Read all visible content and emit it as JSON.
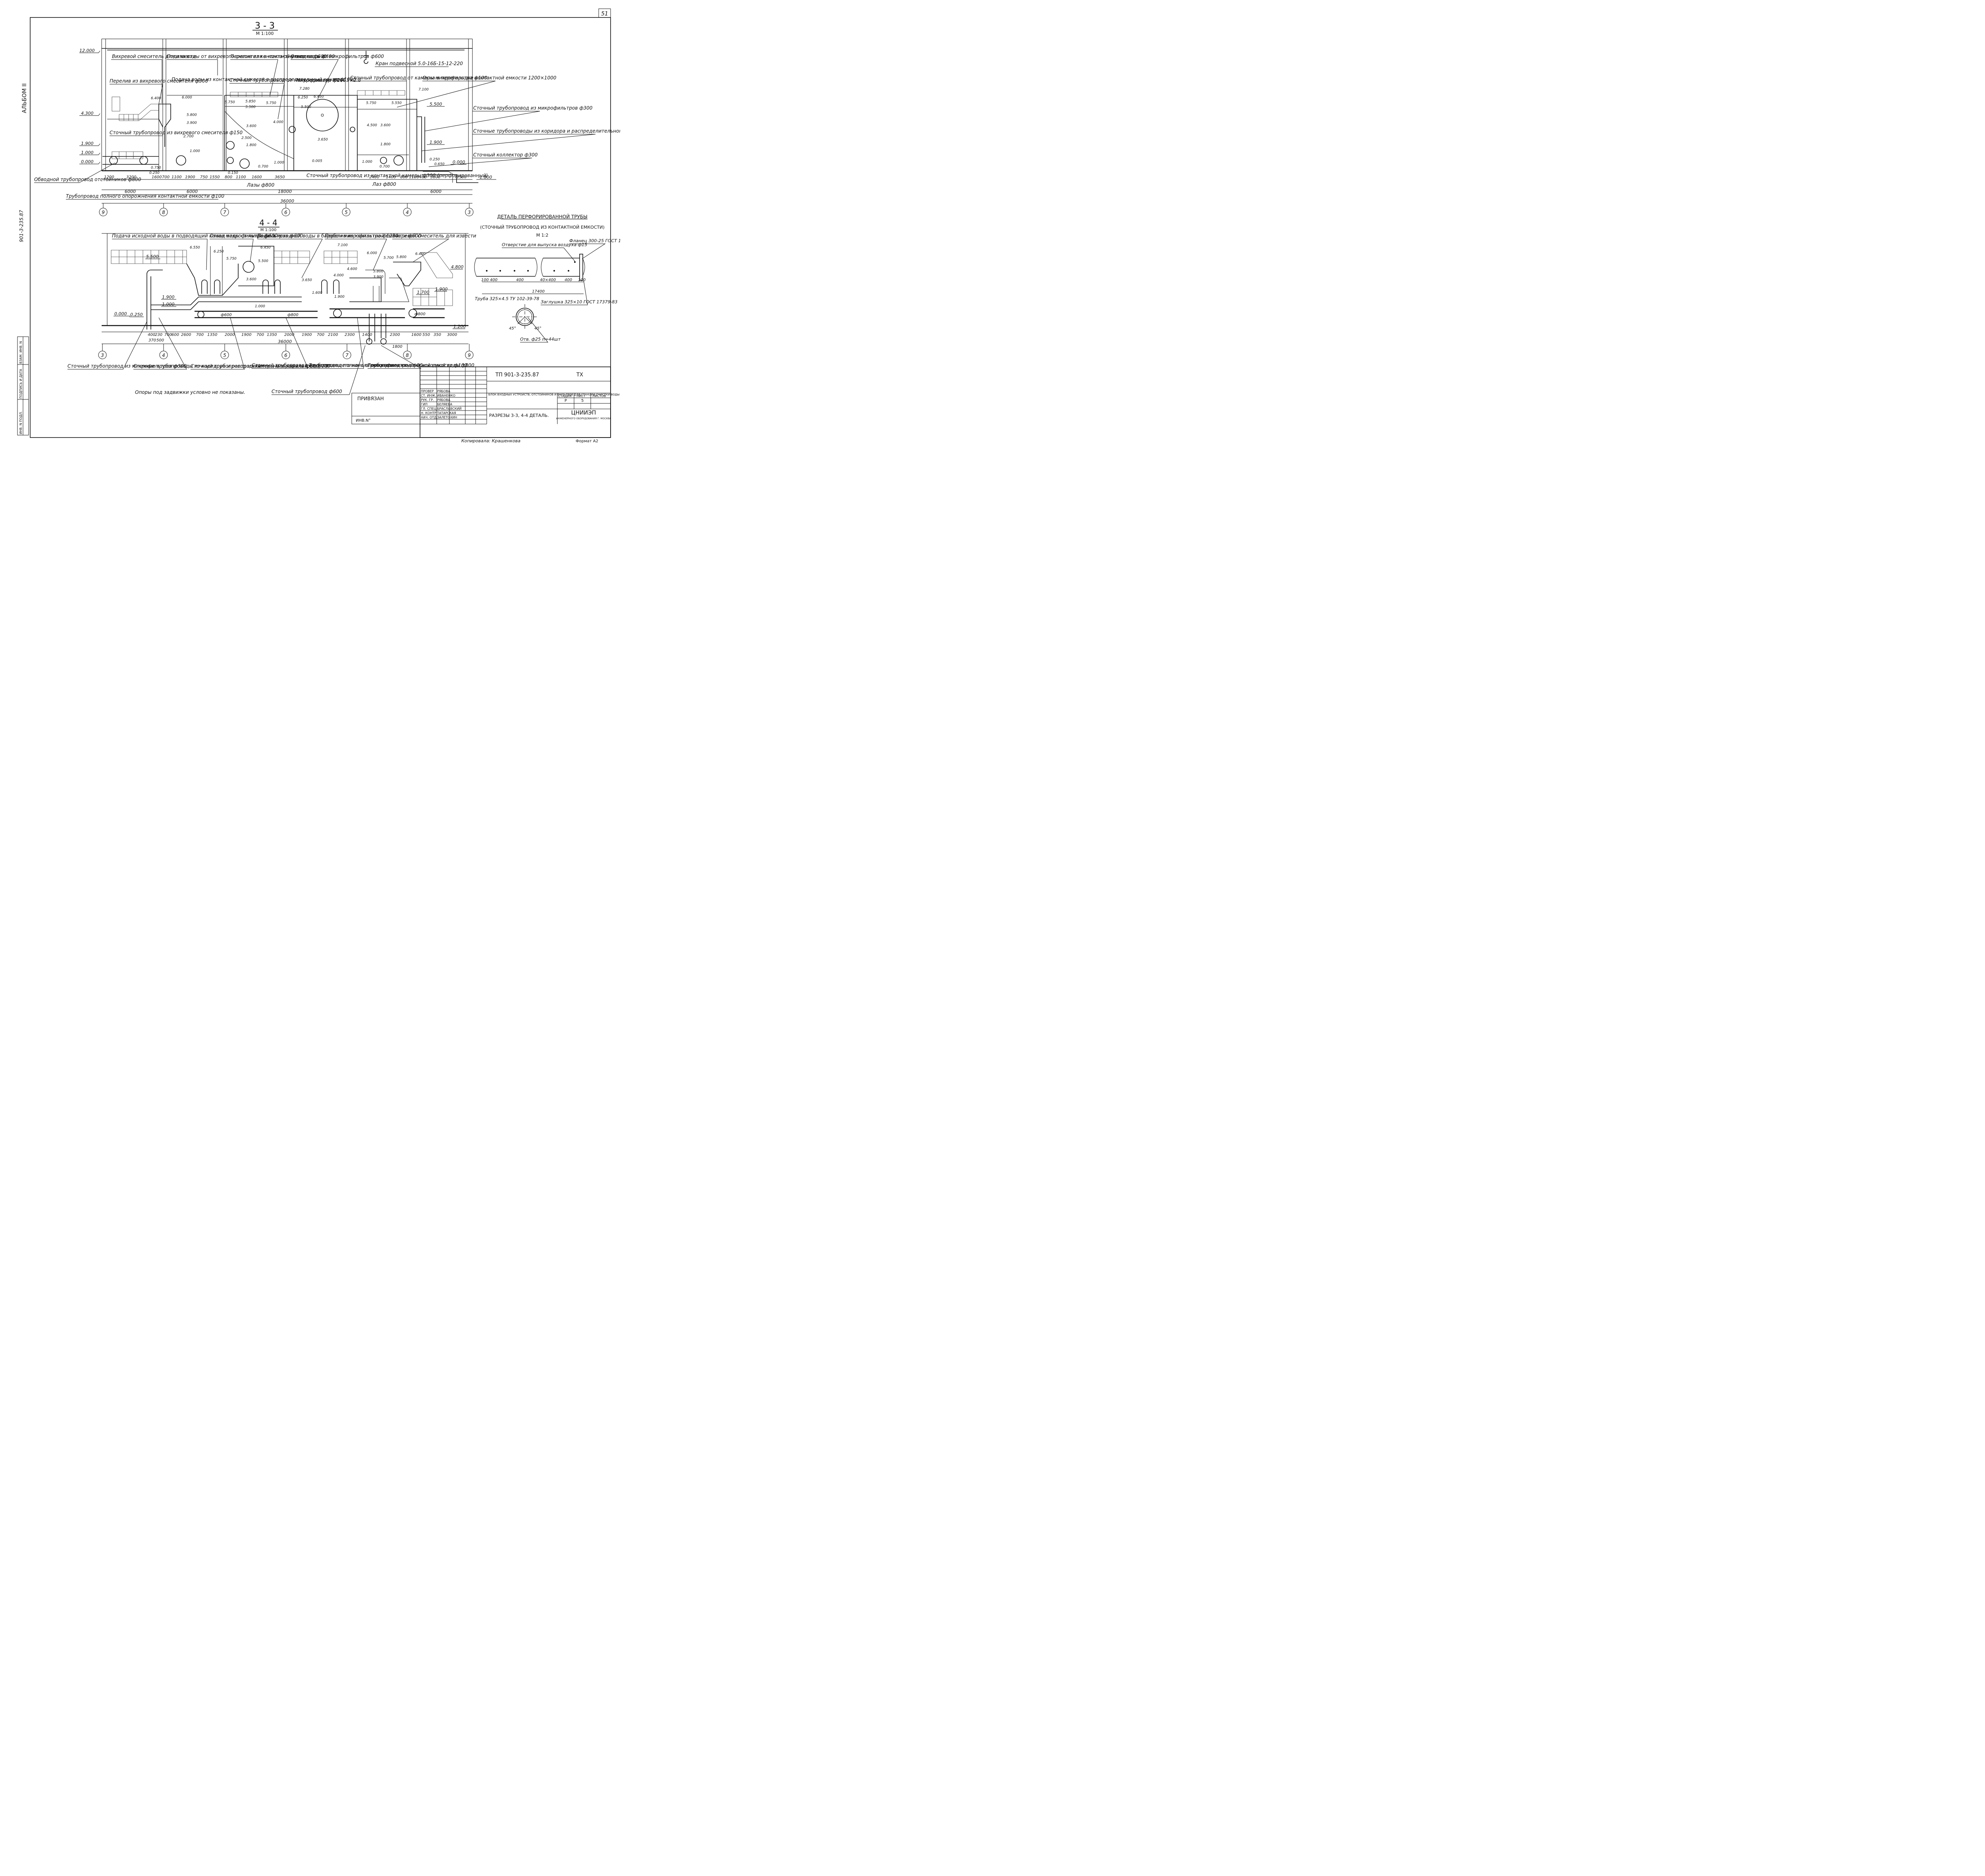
{
  "sheet_number": "51",
  "album": "АЛЬБОМ II",
  "side_code": "901-3-235.87",
  "side_stamp": [
    "ИНВ. N ПОДЛ.",
    "ПОДПИСЬ И ДАТА",
    "ВЗАМ. ИНВ. N"
  ],
  "section_33": {
    "title": "3 - 3",
    "scale": "М 1:100",
    "elevations": [
      "12.000",
      "4.300",
      "1.900",
      "1.000",
      "0.000",
      "5.500",
      "1.900",
      "0.000",
      "-1.800"
    ],
    "labels": [
      "Вихревой смеситель для извести",
      "Подача воды от вихревого смесителя в контактную емкость ф400",
      "Перелив из контактной емкости ф600",
      "Отвод воды от микрофильтров ф600",
      "Кран подвесной 5.0-16Б-15-12-220",
      "Перелив из вихревого смесителя ф300",
      "Подача воды из контактной емкости в распределительный канал ф1000",
      "Сточный трубопровод от микрофильтра ф200",
      "Микрофильтр МФМ 3×2.8",
      "Сточный трубопровод от камеры микрофильтра ф100",
      "Окна в перегородке контактной емкости 1200×1000",
      "Сточный трубопровод из микрофильтров ф300",
      "Сточные трубопроводы из коридора и распределительного канала ф100",
      "Сточный коллектор ф300",
      "Сточный трубопровод из вихревого смесителя ф150",
      "Обводной трубопровод отстойников ф800",
      "Трубопровод полного опорожнения контактной емкости ф100",
      "Лазы ф800",
      "Сточный трубопровод из контактной камеры ф300 (перфорированный)",
      "Лаз ф800"
    ],
    "dims_row1": [
      "1200",
      "3200",
      "1600",
      "700",
      "1100",
      "1900",
      "750",
      "1550",
      "800",
      "1100",
      "1600",
      "3650",
      "2400",
      "1400",
      "800",
      "1100",
      "400",
      "3000",
      "1500"
    ],
    "dims_row2": [
      "6000",
      "6000",
      "18000",
      "6000"
    ],
    "dims_total": "36000",
    "axes": [
      "9",
      "8",
      "7",
      "6",
      "5",
      "4",
      "3"
    ],
    "inner_marks": [
      "6.400",
      "6.000",
      "5.800",
      "3.900",
      "2.700",
      "1.000",
      "0.750",
      "0.250",
      "5.750",
      "5.850",
      "5.500",
      "5.750",
      "4.000",
      "3.600",
      "2.500",
      "1.800",
      "1.000",
      "0.700",
      "0.150",
      "6.250",
      "6.450",
      "5.500",
      "3.650",
      "0.005",
      "5.750",
      "5.550",
      "4.500",
      "3.600",
      "1.800",
      "1.000",
      "0.700",
      "0.250",
      "0.650",
      "7.100",
      "7.280"
    ]
  },
  "section_44": {
    "title": "4 - 4",
    "scale": "М 1:100",
    "elevations": [
      "5.500",
      "0.000",
      "0.250",
      "1.900",
      "1.000",
      "4.800",
      "1.900",
      "1.700",
      "1.200"
    ],
    "labels": [
      "Подача исходной воды в подводящий канал микрофильтра ф600",
      "Отвод воды от микрофильтров ф600",
      "Подача исходной воды в барабан микрофильтра ф1200",
      "Перелив из контактной емкости ф600",
      "Вихревой смеситель для извести",
      "Сточный трубопровод из микрофильтров ф300",
      "Сточные трубопроводы из коридора и распределительного канала ф100",
      "Сточный трубопровод из камеры микрофильтров ф100",
      "Сточный трубопровод из подводящего канала микрофильтров ф50",
      "Трубопровод полного опорожнения контактной емкости ф100",
      "Трубопровод подачи исходной воды ф800",
      "Сточный трубопровод ф600",
      "Опоры под задвижки условно не показаны."
    ],
    "pipe_marks": [
      "ф600",
      "ф800",
      "ф800"
    ],
    "dims_row1": [
      "400",
      "230",
      "700",
      "600",
      "2600",
      "700",
      "1350",
      "2000",
      "1900",
      "700",
      "1350",
      "2000",
      "1900",
      "700",
      "2100",
      "2300",
      "1400",
      "2300",
      "1600",
      "550",
      "350",
      "3000"
    ],
    "dims_sub": [
      "370",
      "500",
      "1800"
    ],
    "dims_total": "36000",
    "axes": [
      "3",
      "4",
      "5",
      "6",
      "7",
      "8",
      "9"
    ],
    "inner_marks": [
      "6.550",
      "6.250",
      "6.450",
      "5.750",
      "5.500",
      "3.600",
      "3.650",
      "1.600",
      "1.000",
      "7.100",
      "6.000",
      "5.700",
      "5.800",
      "6.400",
      "5.800",
      "4.600",
      "4.000",
      "3.900",
      "1.900"
    ]
  },
  "detail": {
    "title": "ДЕТАЛЬ ПЕРФОРИРОВАННОЙ ТРУБЫ",
    "subtitle": "(СТОЧНЫЙ ТРУБОПРОВОД ИЗ КОНТАКТНОЙ ЕМКОСТИ)",
    "scale": "М 1:2",
    "labels": [
      "Отверстие для выпуска воздуха ф15",
      "Фланец 300-25 ГОСТ 12820-80",
      "Труба 325×4.5 ТУ 102-39-78",
      "Заглушка 325×10 ГОСТ 17379-83",
      "Отв. ф25 n=44шт"
    ],
    "dims": [
      "100",
      "400",
      "400",
      "40×400",
      "400",
      "100"
    ],
    "total": "17400",
    "angles": [
      "45°",
      "45°"
    ]
  },
  "title_block": {
    "code": "ТП 901-3-235.87",
    "mark": "ТХ",
    "description": "БЛОК ВХОДНЫХ УСТРОЙСТВ, ОТСТОЙНИКОВ И ФИЛЬТРОВ ДЛЯ СТАНЦИИ ОЧИСТКИ ВОДЫ ПРОИЗВОДИТЕЛЬНОСТЬЮ 100 ТЫС. М³/СУТ (ВАРИАНТ С МИКРОФИЛЬТРАМИ)",
    "sheet_title": "РАЗРЕЗЫ 3-3, 4-4 ДЕТАЛЬ.",
    "stage_label": "СТАДИЯ",
    "sheet_label": "ЛИСТ",
    "sheets_label": "ЛИСТОВ",
    "stage": "Р",
    "sheet": "5",
    "sheets": "",
    "org": "ЦНИИЭП",
    "org_sub": "ИНЖЕНЕРНОГО ОБОРУДОВАНИЯ Г. МОСКВА",
    "binding": "ПРИВЯЗАН",
    "inv": "ИНВ.N°",
    "roles": [
      {
        "role": "ПРОВЕР",
        "name": "РЯБОВА"
      },
      {
        "role": "СТ. ИНЖ.",
        "name": "ИВАНЕНКО"
      },
      {
        "role": "РУК. ГР.",
        "name": "РЯБОВА"
      },
      {
        "role": "ГИП",
        "name": "БЕЛЯЕВА"
      },
      {
        "role": "ГЛ. СПЕЦ.",
        "name": "БРАСЛАВСКИЙ"
      },
      {
        "role": "Н. КОНТР.",
        "name": "ТАТАРСКАЯ"
      },
      {
        "role": "НАЧ. ОТД.",
        "name": "ЗАЛЕТОХИН"
      }
    ],
    "copied": "Копировала: Крашенкова",
    "format": "Формат А2"
  }
}
